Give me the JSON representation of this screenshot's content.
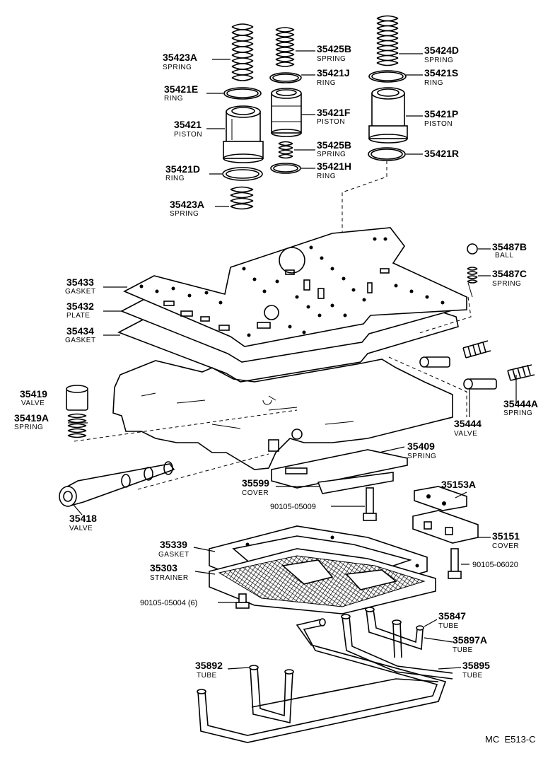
{
  "diagram_code": "MC  E513-C",
  "callouts": [
    {
      "id": "c1",
      "number": "35423A",
      "name": "SPRING"
    },
    {
      "id": "c2",
      "number": "35421E",
      "name": "RING"
    },
    {
      "id": "c3",
      "number": "35421",
      "name": "PISTON"
    },
    {
      "id": "c4",
      "number": "35421D",
      "name": "RING"
    },
    {
      "id": "c5",
      "number": "35423A",
      "name": "SPRING"
    },
    {
      "id": "c6",
      "number": "35425B",
      "name": "SPRING"
    },
    {
      "id": "c7",
      "number": "35421J",
      "name": "RING"
    },
    {
      "id": "c8",
      "number": "35421F",
      "name": "PISTON"
    },
    {
      "id": "c9",
      "number": "35425B",
      "name": "SPRING"
    },
    {
      "id": "c10",
      "number": "35421H",
      "name": "RING"
    },
    {
      "id": "c11",
      "number": "35424D",
      "name": "SPRING"
    },
    {
      "id": "c12",
      "number": "35421S",
      "name": "RING"
    },
    {
      "id": "c13",
      "number": "35421P",
      "name": "PISTON"
    },
    {
      "id": "c14",
      "number": "35421R",
      "name": ""
    },
    {
      "id": "c15",
      "number": "35487B",
      "name": "BALL"
    },
    {
      "id": "c16",
      "number": "35487C",
      "name": "SPRING"
    },
    {
      "id": "c17",
      "number": "35433",
      "name": "GASKET"
    },
    {
      "id": "c18",
      "number": "35432",
      "name": "PLATE"
    },
    {
      "id": "c19",
      "number": "35434",
      "name": "GASKET"
    },
    {
      "id": "c20",
      "number": "35419",
      "name": "VALVE"
    },
    {
      "id": "c21",
      "number": "35419A",
      "name": "SPRING"
    },
    {
      "id": "c22",
      "number": "35444A",
      "name": "SPRING"
    },
    {
      "id": "c23",
      "number": "35444",
      "name": "VALVE"
    },
    {
      "id": "c24",
      "number": "35409",
      "name": "SPRING"
    },
    {
      "id": "c25",
      "number": "35599",
      "name": "COVER"
    },
    {
      "id": "c26",
      "number": "35418",
      "name": "VALVE"
    },
    {
      "id": "c27",
      "number": "35153A",
      "name": ""
    },
    {
      "id": "c28",
      "number": "35151",
      "name": "COVER"
    },
    {
      "id": "c29",
      "number": "35339",
      "name": "GASKET"
    },
    {
      "id": "c30",
      "number": "35303",
      "name": "STRAINER"
    },
    {
      "id": "c31",
      "number": "35847",
      "name": "TUBE"
    },
    {
      "id": "c32",
      "number": "35897A",
      "name": "TUBE"
    },
    {
      "id": "c33",
      "number": "35892",
      "name": "TUBE"
    },
    {
      "id": "c34",
      "number": "35895",
      "name": "TUBE"
    }
  ],
  "bolts": [
    {
      "id": "b1",
      "label": "90105-05009"
    },
    {
      "id": "b2",
      "label": "90105-06020"
    },
    {
      "id": "b3",
      "label": "90105-05004 (6)"
    }
  ]
}
